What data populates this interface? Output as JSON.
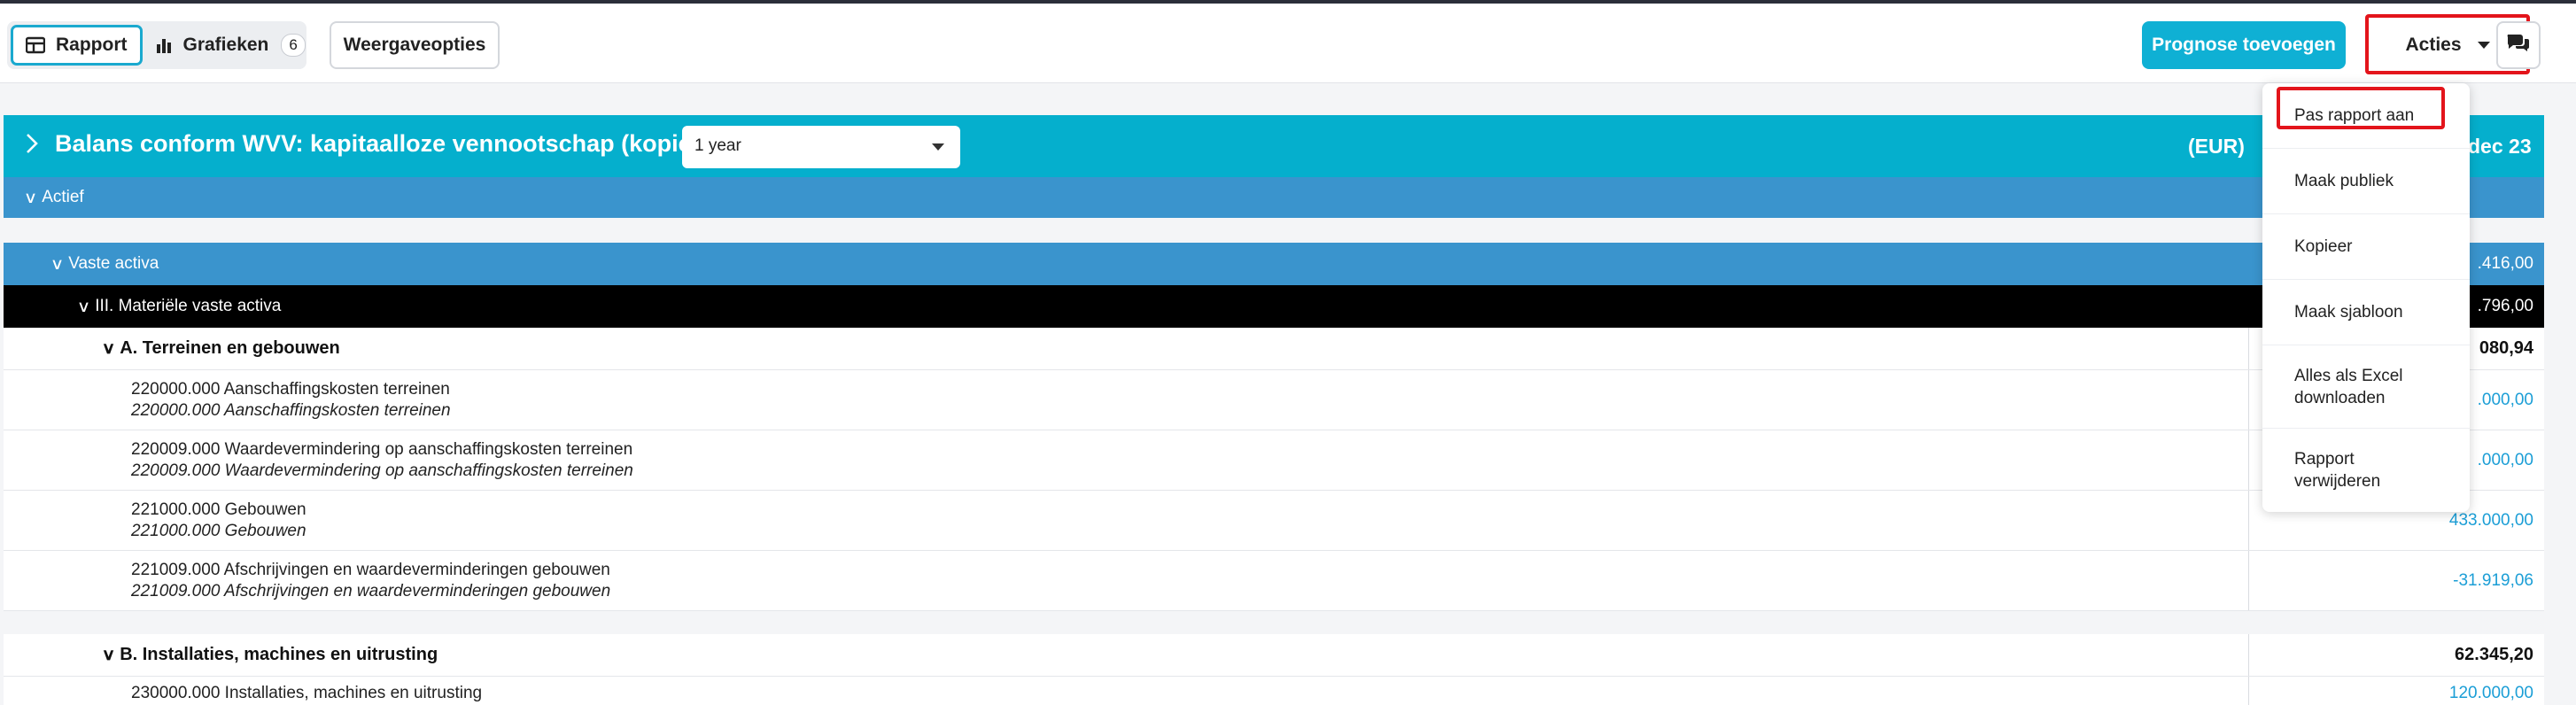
{
  "toolbar": {
    "rapport_label": "Rapport",
    "grafieken_label": "Grafieken",
    "grafieken_count": "6",
    "weergave_label": "Weergaveopties",
    "prognose_label": "Prognose toevoegen",
    "acties_label": "Acties"
  },
  "report": {
    "title": "Balans conform WVV: kapitaalloze vennootschap (kopie)",
    "period": "1 year",
    "currency": "(EUR)",
    "date_header": "dec 23",
    "rows": {
      "actief": {
        "label": "Actief"
      },
      "vaste": {
        "label": "Vaste activa",
        "value": ".416,00"
      },
      "mat": {
        "label": "III. Materiële vaste activa",
        "value": ".796,00"
      },
      "terreinen": {
        "label": "A. Terreinen en gebouwen",
        "value": "080,94"
      },
      "acc1": {
        "code": "220000.000 Aanschaffingskosten terreinen",
        "sub": "220000.000 Aanschaffingskosten terreinen",
        "value": ".000,00"
      },
      "acc2": {
        "code": "220009.000 Waardevermindering op aanschaffingskosten terreinen",
        "sub": "220009.000 Waardevermindering op aanschaffingskosten terreinen",
        "value": ".000,00"
      },
      "acc3": {
        "code": "221000.000 Gebouwen",
        "sub": "221000.000 Gebouwen",
        "value": "433.000,00"
      },
      "acc4": {
        "code": "221009.000 Afschrijvingen en waardeverminderingen gebouwen",
        "sub": "221009.000 Afschrijvingen en waardeverminderingen gebouwen",
        "value": "-31.919,06"
      },
      "installaties": {
        "label": "B. Installaties, machines en uitrusting",
        "value": "62.345,20"
      },
      "acc5": {
        "code": "230000.000 Installaties, machines en uitrusting",
        "value": "120.000,00"
      }
    }
  },
  "menu": {
    "items": [
      "Pas rapport aan",
      "Maak publiek",
      "Kopieer",
      "Maak sjabloon",
      "Alles als Excel downloaden",
      "Rapport verwijderen"
    ]
  },
  "colors": {
    "accent": "#05afcd",
    "row_blue": "#3a94cd",
    "highlight": "#e3141b",
    "value_link": "#1b9ed6"
  }
}
